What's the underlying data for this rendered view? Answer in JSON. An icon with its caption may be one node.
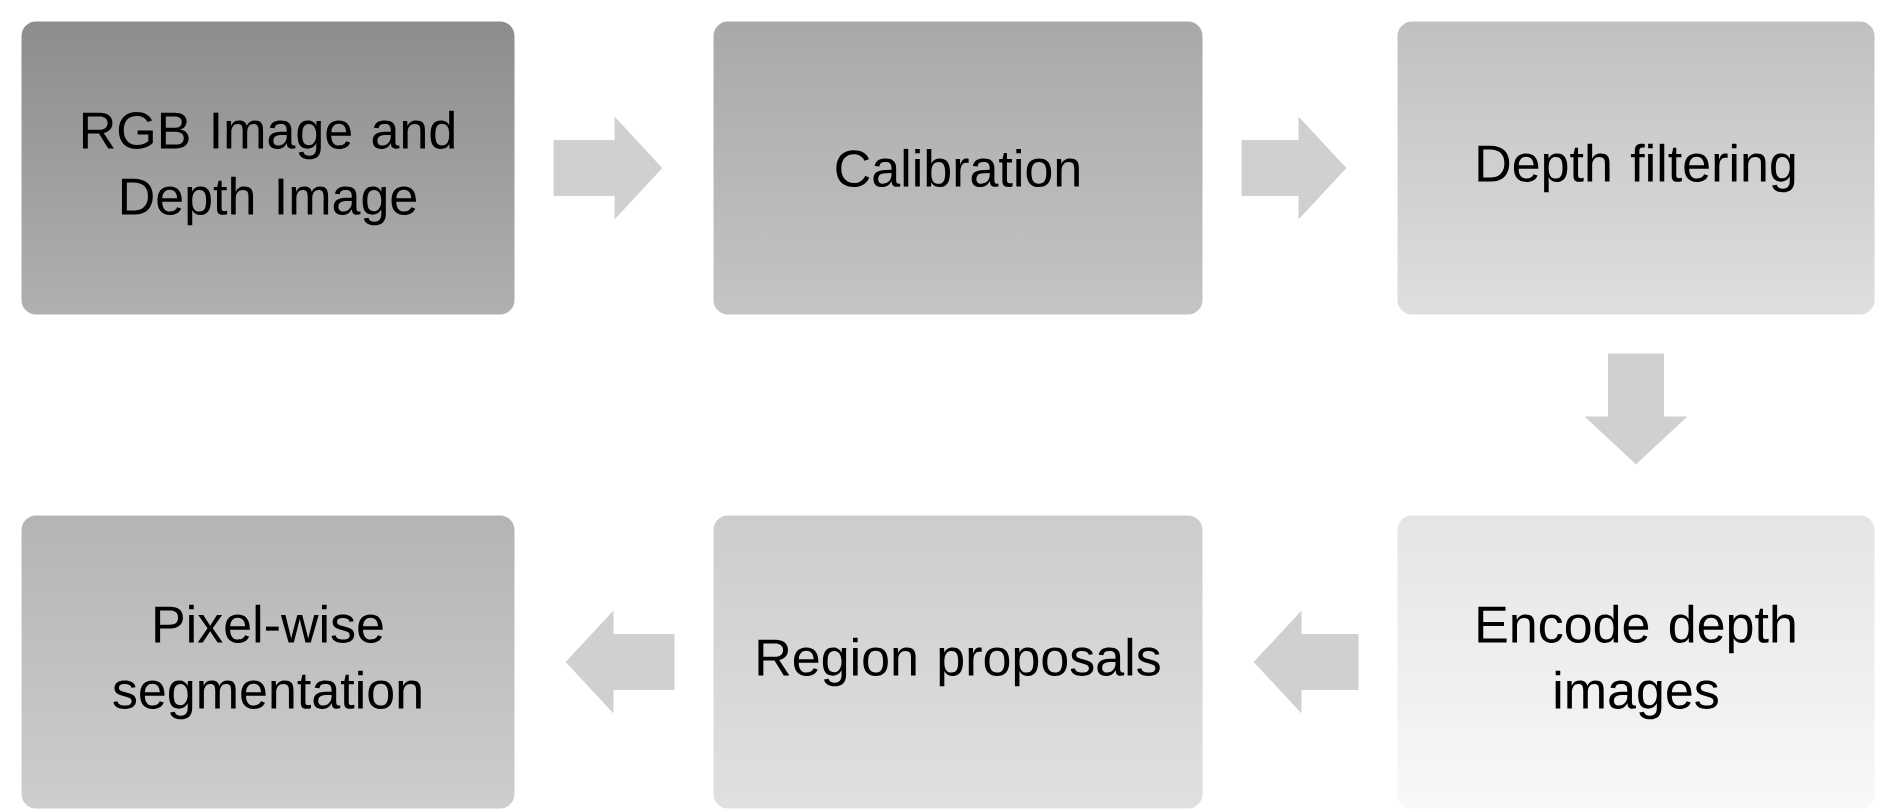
{
  "diagram": {
    "nodes": [
      {
        "text": [
          "RGB Image and Depth Image"
        ]
      },
      {
        "text": [
          "Calibration"
        ]
      },
      {
        "text": [
          "Depth filtering"
        ]
      },
      {
        "text": [
          "Pixel-wise segmentation"
        ]
      },
      {
        "text": [
          "Region proposals"
        ]
      },
      {
        "text": [
          "Encode depth images"
        ]
      }
    ],
    "edges": [
      {
        "from": 0,
        "to": 1,
        "arrow": "to"
      },
      {
        "from": 1,
        "to": 2,
        "arrow": "to"
      },
      {
        "from": 2,
        "to": 5,
        "arrow": "to"
      },
      {
        "from": 5,
        "to": 4,
        "arrow": "to"
      },
      {
        "from": 4,
        "to": 3,
        "arrow": "to"
      }
    ]
  }
}
